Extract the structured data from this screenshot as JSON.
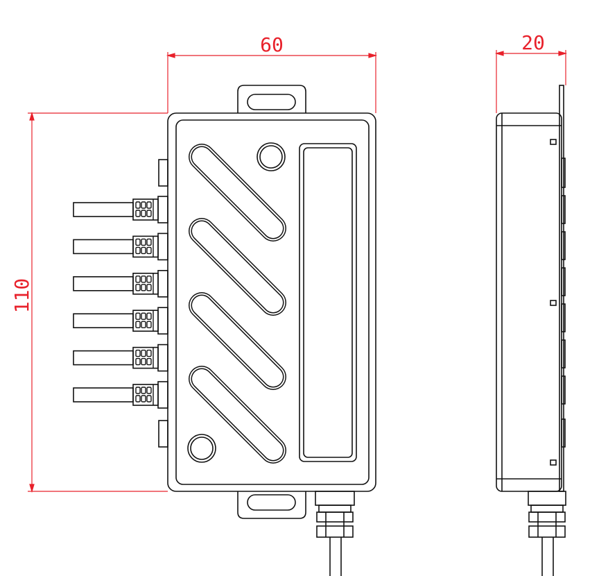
{
  "dimensions": {
    "width": "60",
    "height": "110",
    "depth": "20"
  },
  "colors": {
    "outline": "#111111",
    "dimension": "#e8212b",
    "background": "#ffffff"
  },
  "connector_count": 6,
  "diagonal_slot_count": 4,
  "mounting_hole_count": 2
}
